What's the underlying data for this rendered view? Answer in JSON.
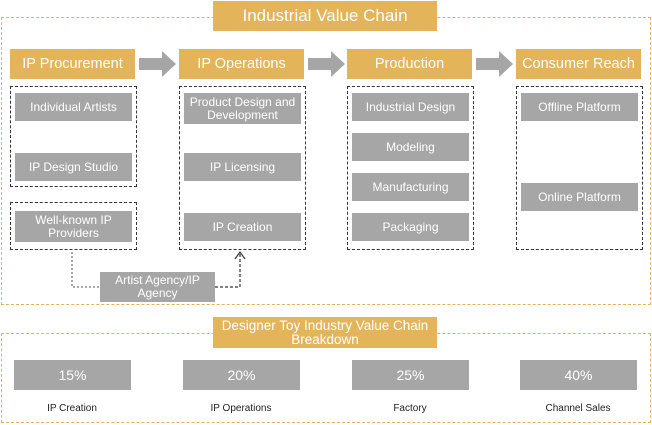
{
  "title": "Industrial Value Chain",
  "stages": [
    {
      "label": "IP Procurement",
      "items": [
        "Individual Artists",
        "IP Design Studio"
      ],
      "extra": "Well-known IP Providers"
    },
    {
      "label": "IP Operations",
      "items": [
        "Product Design and Development",
        "IP Licensing",
        "IP Creation"
      ]
    },
    {
      "label": "Production",
      "items": [
        "Industrial Design",
        "Modeling",
        "Manufacturing",
        "Packaging"
      ]
    },
    {
      "label": "Consumer Reach",
      "items": [
        "Offline Platform",
        "Online Platform"
      ]
    }
  ],
  "agency_label": "Artist Agency/IP Agency",
  "breakdown": {
    "title": "Designer Toy Industry Value Chain Breakdown",
    "items": [
      {
        "value": "15%",
        "label": "IP Creation"
      },
      {
        "value": "20%",
        "label": "IP Operations"
      },
      {
        "value": "25%",
        "label": "Factory"
      },
      {
        "value": "40%",
        "label": "Channel Sales"
      }
    ]
  },
  "colors": {
    "accent": "#e3b45a",
    "box": "#a6a6a6",
    "arrow": "#a6a6a6"
  }
}
